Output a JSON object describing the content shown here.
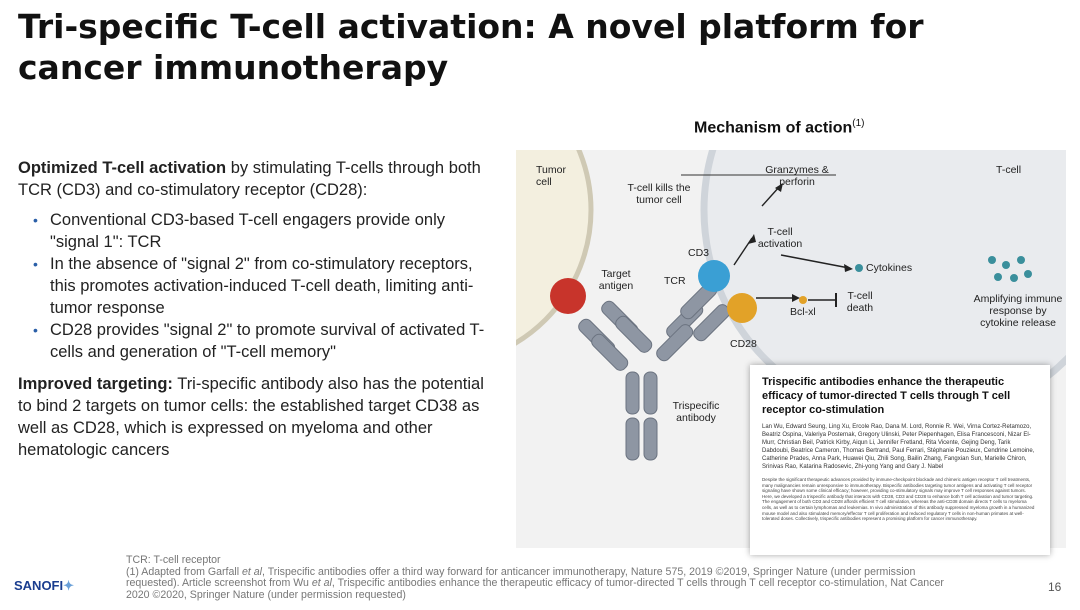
{
  "title": "Tri-specific T-cell activation: A novel platform for cancer immunotherapy",
  "left": {
    "p1_bold": "Optimized T-cell activation",
    "p1_rest": " by stimulating T-cells through both TCR (CD3) and co-stimulatory receptor (CD28):",
    "bullets": [
      "Conventional CD3-based T-cell engagers provide only \"signal 1\": TCR",
      "In the absence of \"signal 2\" from co-stimulatory receptors, this promotes activation-induced T-cell death, limiting anti-tumor response",
      "CD28 provides \"signal 2\" to promote survival of activated T-cells and generation of \"T-cell memory\""
    ],
    "p2_bold": "Improved targeting:",
    "p2_rest": " Tri-specific antibody also has the potential to bind 2 targets on tumor cells: the established target CD38 as well as CD28, which is expressed on myeloma and other hematologic cancers"
  },
  "moa": {
    "title": "Mechanism of action",
    "sup": "(1)"
  },
  "figure": {
    "tumor_cell": "Tumor\ncell",
    "t_cell": "T-cell",
    "kills": "T-cell kills the\ntumor cell",
    "granzymes": "Granzymes &\nperforin",
    "activation": "T-cell\nactivation",
    "cytokines": "Cytokines",
    "amplifying": "Amplifying immune\nresponse by\ncytokine release",
    "cd3": "CD3",
    "tcr": "TCR",
    "target_antigen": "Target\nantigen",
    "bclxl": "Bcl-xl",
    "tcell_death": "T-cell\ndeath",
    "cd28": "CD28",
    "trispecific": "Trispecific\nantibody",
    "colors": {
      "red": "#c8342b",
      "blue": "#3a9fd4",
      "gold": "#e2a228",
      "teal": "#3a8f9c",
      "grey": "#8e96a3"
    }
  },
  "paper": {
    "title": "Trispecific antibodies enhance the therapeutic efficacy of tumor-directed T cells through T cell receptor co-stimulation",
    "authors": "Lan Wu, Edward Seung, Ling Xu, Ercole Rao, Dana M. Lord, Ronnie R. Wei, Virna Cortez-Retamozo, Beatriz Ospina, Valeriya Posternak, Gregory Ulinski, Peter Piepenhagen, Elisa Francesconi, Nizar El-Murr, Christian Beil, Patrick Kirby, Aiqun Li, Jennifer Fretland, Rita Vicente, Gejing Deng, Tarik Dabdoubi, Beatrice Cameron, Thomas Bertrand, Paul Ferrari, Stéphanie Pouzieux, Cendrine Lemoine, Catherine Prades, Anna Park, Huawei Qiu, Zhili Song, Bailin Zhang, Fangxian Sun, Marielle Chiron, Srinivas Rao, Katarina Radosevic, Zhi-yong Yang and Gary J. Nabel",
    "abstract": "Despite the significant therapeutic advances provided by immune-checkpoint blockade and chimeric antigen receptor T cell treatments, many malignancies remain unresponsive to immunotherapy. Bispecific antibodies targeting tumor antigens and activating T cell receptor signaling have shown some clinical efficacy; however, providing co-stimulatory signals may improve T cell responses against tumors. Here, we developed a trispecific antibody that interacts with CD38, CD3 and CD28 to enhance both T cell activation and tumor targeting. The engagement of both CD3 and CD28 affords efficient T cell stimulation, whereas the anti-CD38 domain directs T cells to myeloma cells, as well as to certain lymphomas and leukemias. In vivo administration of this antibody suppressed myeloma growth in a humanized mouse model and also stimulated memory/effector T cell proliferation and reduced regulatory T cells in non-human primates at well-tolerated doses. Collectively, trispecific antibodies represent a promising platform for cancer immunotherapy."
  },
  "footnotes": {
    "line1": "TCR: T-cell receptor",
    "line2_a": "(1) Adapted from Garfall ",
    "line2_i": "et al",
    "line2_b": ", Trispecific antibodies offer a third way forward for anticancer immunotherapy, Nature 575, 2019 ©2019, Springer Nature (under permission",
    "line3_a": "requested). Article screenshot from Wu ",
    "line3_i": "et al",
    "line3_b": ", Trispecific antibodies enhance the therapeutic efficacy of tumor-directed T cells through T cell receptor co-stimulation, Nat Cancer",
    "line4": "2020 ©2020, Springer Nature (under permission requested)"
  },
  "logo": {
    "text": "SANOFI",
    "mark": "✦"
  },
  "page_number": "16"
}
